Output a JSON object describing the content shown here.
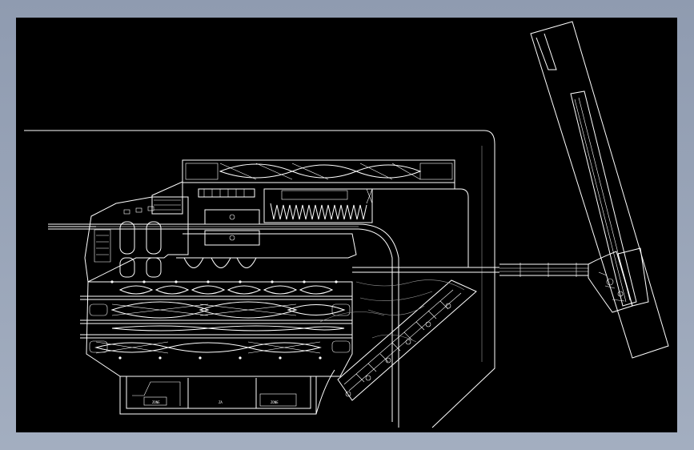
{
  "viewport": {
    "background_color": "#000000",
    "frame_color": "#98a4b8",
    "line_color": "#ffffff"
  },
  "drawing": {
    "type": "cad-site-plan",
    "labels": {
      "room_left": "ZONE",
      "room_center": "ZA",
      "room_right": "ZONE"
    }
  }
}
